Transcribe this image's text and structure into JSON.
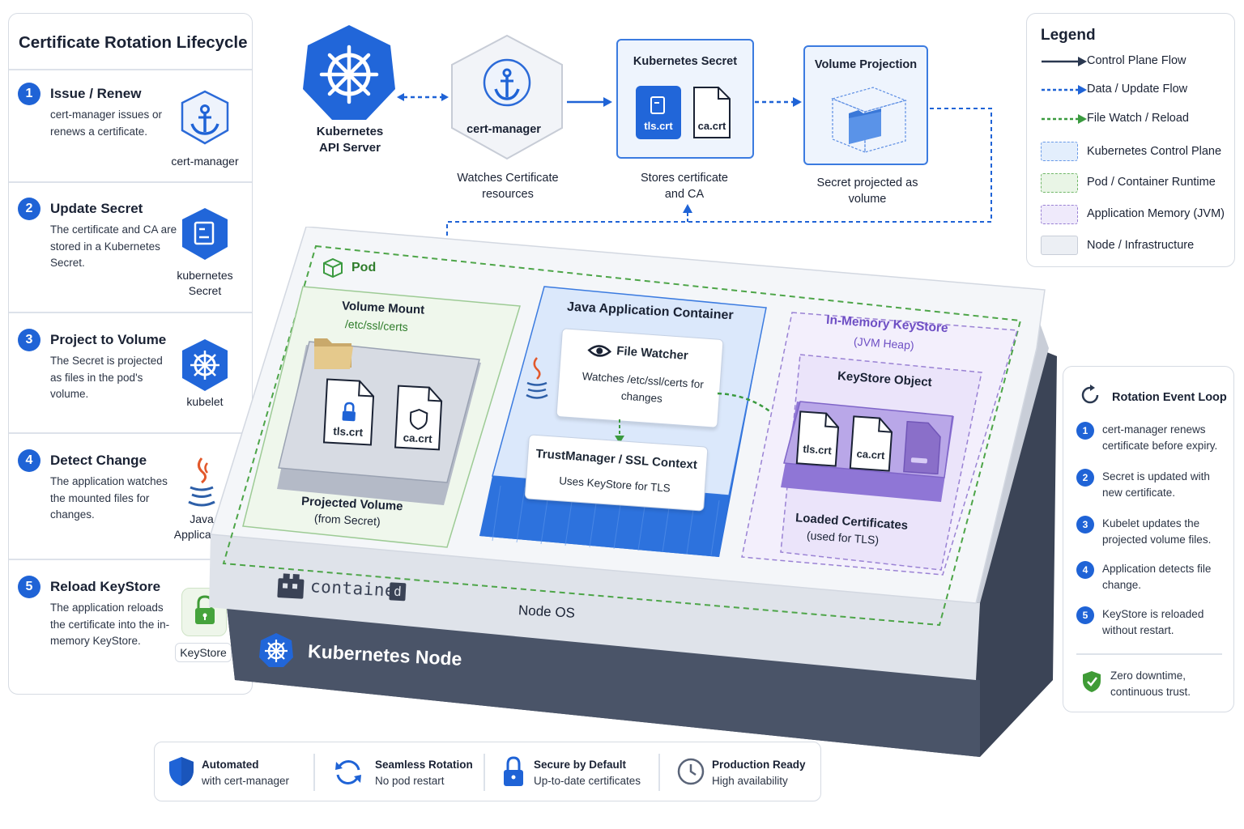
{
  "lifecycle": {
    "title": "Certificate Rotation Lifecycle",
    "steps": [
      {
        "num": "1",
        "title": "Issue / Renew",
        "desc": "cert-manager issues or renews a certificate.",
        "icon_label": "cert-manager",
        "icon": "anchor-icon"
      },
      {
        "num": "2",
        "title": "Update Secret",
        "desc": "The certificate and CA are stored in a Kubernetes Secret.",
        "icon_label": "kubernetes Secret",
        "icon": "secret-icon"
      },
      {
        "num": "3",
        "title": "Project to Volume",
        "desc": "The Secret is projected as files in the pod's volume.",
        "icon_label": "kubelet",
        "icon": "helm-icon"
      },
      {
        "num": "4",
        "title": "Detect Change",
        "desc": "The application watches the mounted files for changes.",
        "icon_label": "Java Application",
        "icon": "java-icon"
      },
      {
        "num": "5",
        "title": "Reload KeyStore",
        "desc": "The application reloads the certificate into the in-memory KeyStore.",
        "icon_label": "KeyStore",
        "icon": "lock-icon"
      }
    ]
  },
  "top_flow": {
    "api_server": "Kubernetes API Server",
    "cert_manager": "cert-manager",
    "cert_manager_desc": "Watches Certificate resources",
    "secret_title": "Kubernetes Secret",
    "secret_file1": "tls.crt",
    "secret_file2": "ca.crt",
    "secret_desc": "Stores certificate and CA",
    "projection_title": "Volume Projection",
    "projection_desc": "Secret projected as volume"
  },
  "legend": {
    "title": "Legend",
    "items": [
      {
        "label": "Control Plane Flow"
      },
      {
        "label": "Data / Update Flow"
      },
      {
        "label": "File Watch / Reload"
      },
      {
        "label": "Kubernetes Control Plane"
      },
      {
        "label": "Pod / Container Runtime"
      },
      {
        "label": "Application Memory (JVM)"
      },
      {
        "label": "Node / Infrastructure"
      }
    ]
  },
  "node": {
    "pod_label": "Pod",
    "volume_title": "Volume Mount",
    "volume_path": "/etc/ssl/certs",
    "volume_file1": "tls.crt",
    "volume_file2": "ca.crt",
    "projected_title": "Projected Volume",
    "projected_sub": "(from Secret)",
    "java_title": "Java Application Container",
    "watcher_title": "File Watcher",
    "watcher_desc": "Watches /etc/ssl/certs for changes",
    "trust_title": "TrustManager / SSL Context",
    "trust_desc": "Uses KeyStore for TLS",
    "mem_title": "In-Memory KeyStore",
    "mem_sub": "(JVM Heap)",
    "ks_title": "KeyStore Object",
    "ks_file1": "tls.crt",
    "ks_file2": "ca.crt",
    "loaded_title": "Loaded Certificates",
    "loaded_sub": "(used for TLS)",
    "containerd": "container",
    "containerd_d": "d",
    "node_os": "Node OS",
    "k8s_node": "Kubernetes Node"
  },
  "loop": {
    "title": "Rotation Event Loop",
    "items": [
      {
        "num": "1",
        "text": "cert-manager renews certificate before expiry."
      },
      {
        "num": "2",
        "text": "Secret is updated with new certificate."
      },
      {
        "num": "3",
        "text": "Kubelet updates the projected volume files."
      },
      {
        "num": "4",
        "text": "Application detects file change."
      },
      {
        "num": "5",
        "text": "KeyStore is reloaded without restart."
      }
    ],
    "footer": "Zero downtime, continuous trust."
  },
  "features": [
    {
      "title": "Automated",
      "sub": "with cert-manager"
    },
    {
      "title": "Seamless Rotation",
      "sub": "No pod restart"
    },
    {
      "title": "Secure by Default",
      "sub": "Up-to-date certificates"
    },
    {
      "title": "Production Ready",
      "sub": "High availability"
    }
  ],
  "colors": {
    "primary_blue": "#1f63d6",
    "control_green": "#3a9a3f",
    "jvm_purple": "#8a6fc9",
    "node_dark": "#3b4456"
  }
}
